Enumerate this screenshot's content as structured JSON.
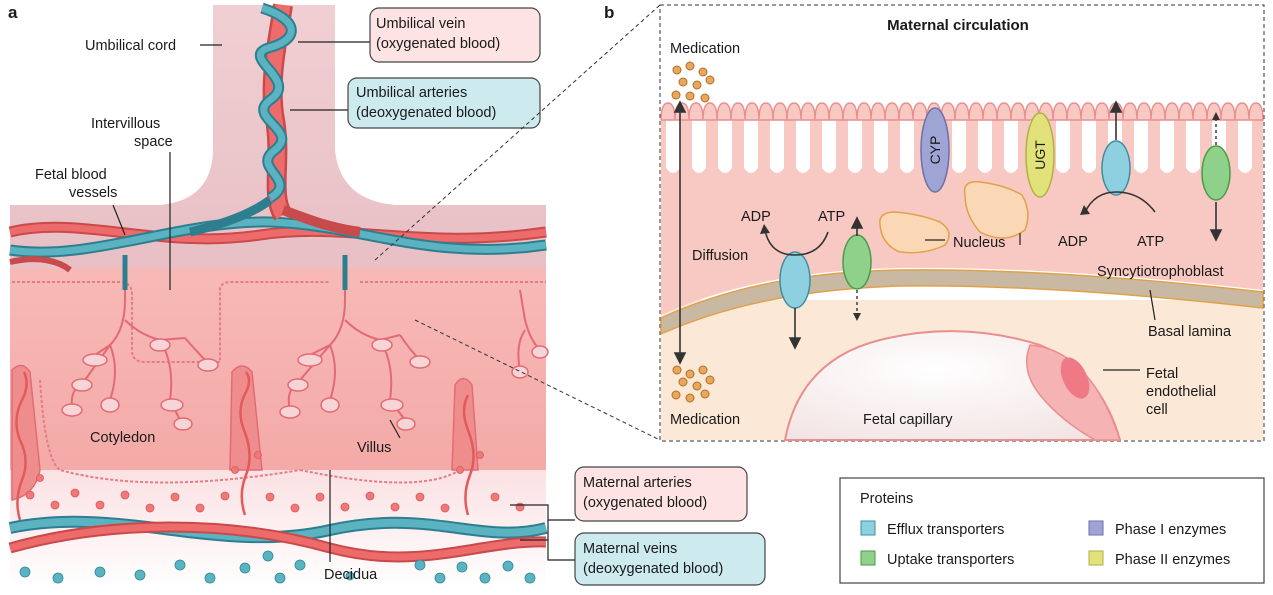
{
  "panel_a": {
    "panel_label": "a",
    "labels": {
      "umbilical_cord": "Umbilical cord",
      "intervillous_space": [
        "Intervillous",
        "space"
      ],
      "fetal_blood_vessels": [
        "Fetal blood",
        "vessels"
      ],
      "cotyledon": "Cotyledon",
      "villus": "Villus",
      "decidua": "Decidua"
    },
    "boxes": {
      "umbilical_vein": [
        "Umbilical vein",
        "(oxygenated blood)"
      ],
      "umbilical_arteries": [
        "Umbilical arteries",
        "(deoxygenated blood)"
      ],
      "maternal_arteries": [
        "Maternal arteries",
        "(oxygenated blood)"
      ],
      "maternal_veins": [
        "Maternal veins",
        "(deoxygenated blood)"
      ]
    }
  },
  "panel_b": {
    "panel_label": "b",
    "title": "Maternal circulation",
    "labels": {
      "medication_top": "Medication",
      "medication_bottom": "Medication",
      "diffusion": "Diffusion",
      "adp_left": "ADP",
      "atp_left": "ATP",
      "adp_right": "ADP",
      "atp_right": "ATP",
      "nucleus": "Nucleus",
      "syncytiotrophoblast": "Syncytiotrophoblast",
      "basal_lamina": "Basal lamina",
      "fetal_endothelial_cell": [
        "Fetal",
        "endothelial",
        "cell"
      ],
      "fetal_capillary": "Fetal capillary"
    },
    "enzymes": {
      "phase1": "CYP",
      "phase2": "UGT"
    }
  },
  "legend": {
    "title": "Proteins",
    "items": [
      {
        "label": "Efflux transporters",
        "color": "#8ecfe0"
      },
      {
        "label": "Phase I enzymes",
        "color": "#9ea4d4"
      },
      {
        "label": "Uptake transporters",
        "color": "#8fd08a"
      },
      {
        "label": "Phase II enzymes",
        "color": "#e2e27a"
      }
    ]
  },
  "colors": {
    "tissue": "#f6b3b1",
    "tissue_dark": "#ef7a7a",
    "artery": "#ee6b6b",
    "vein": "#5bb2c0",
    "vein_dark": "#2d7f90",
    "cord": "#ebc3c8",
    "cell": "#f8c8c2",
    "capillary_bg": "#fbe8d6",
    "box_pink": "#fde3e3",
    "box_blue": "#cdeaef",
    "medication": "#e9a75b"
  }
}
